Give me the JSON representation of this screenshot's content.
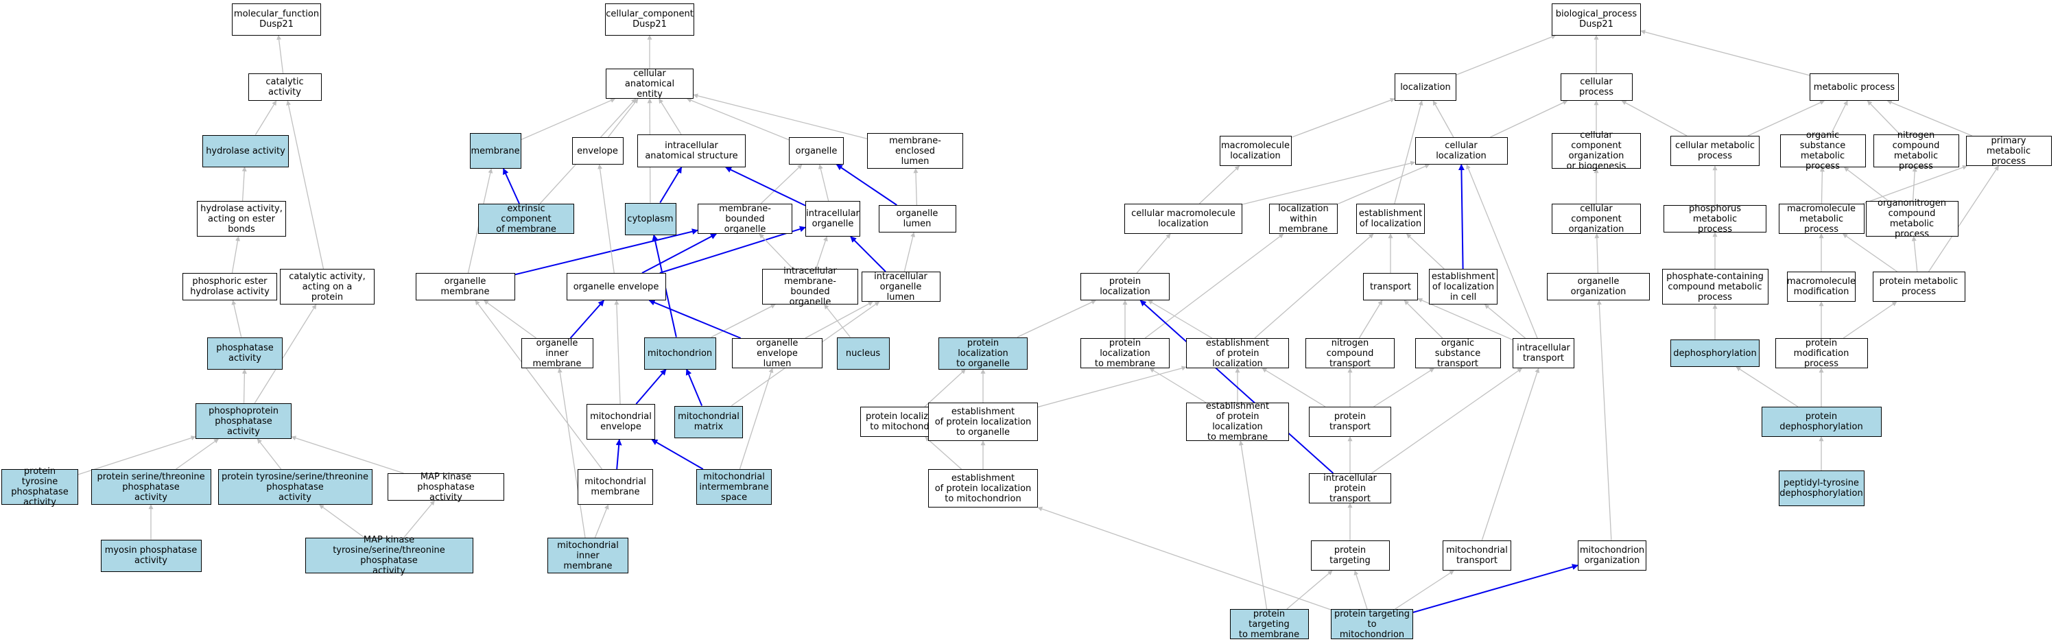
{
  "colors": {
    "highlight_fill": "#add8e6",
    "normal_fill": "#ffffff",
    "gray_edge": "#c0c0c0",
    "blue_edge": "#0000ee",
    "border": "#000000"
  },
  "nodes": [
    {
      "id": "mf_root",
      "label": "molecular_function\nDusp21",
      "hl": false
    },
    {
      "id": "catalytic",
      "label": "catalytic activity",
      "hl": false
    },
    {
      "id": "hydrolase",
      "label": "hydrolase activity",
      "hl": true
    },
    {
      "id": "hydro_ester",
      "label": "hydrolase activity,\nacting on ester\nbonds",
      "hl": false
    },
    {
      "id": "phos_ester",
      "label": "phosphoric ester\nhydrolase activity",
      "hl": false
    },
    {
      "id": "cat_protein",
      "label": "catalytic activity,\nacting on a\nprotein",
      "hl": false
    },
    {
      "id": "phosphatase",
      "label": "phosphatase\nactivity",
      "hl": true
    },
    {
      "id": "phosphoprotein",
      "label": "phosphoprotein\nphosphatase\nactivity",
      "hl": true
    },
    {
      "id": "ptp",
      "label": "protein tyrosine\nphosphatase\nactivity",
      "hl": true
    },
    {
      "id": "pstp",
      "label": "protein serine/threonine\nphosphatase\nactivity",
      "hl": true
    },
    {
      "id": "ptstp",
      "label": "protein tyrosine/serine/threonine\nphosphatase\nactivity",
      "hl": true
    },
    {
      "id": "mapkp",
      "label": "MAP kinase phosphatase\nactivity",
      "hl": false
    },
    {
      "id": "myosin",
      "label": "myosin phosphatase\nactivity",
      "hl": true
    },
    {
      "id": "mapk_tst",
      "label": "MAP kinase tyrosine/serine/threonine\nphosphatase\nactivity",
      "hl": true
    },
    {
      "id": "cc_root",
      "label": "cellular_component\nDusp21",
      "hl": false
    },
    {
      "id": "cae",
      "label": "cellular anatomical\nentity",
      "hl": false
    },
    {
      "id": "membrane",
      "label": "membrane",
      "hl": true
    },
    {
      "id": "envelope",
      "label": "envelope",
      "hl": false
    },
    {
      "id": "ias",
      "label": "intracellular\nanatomical structure",
      "hl": false
    },
    {
      "id": "organelle",
      "label": "organelle",
      "hl": false
    },
    {
      "id": "mel",
      "label": "membrane-enclosed\nlumen",
      "hl": false
    },
    {
      "id": "ecm",
      "label": "extrinsic component\nof membrane",
      "hl": true
    },
    {
      "id": "cytoplasm",
      "label": "cytoplasm",
      "hl": true
    },
    {
      "id": "mbo",
      "label": "membrane-bounded\norganelle",
      "hl": false
    },
    {
      "id": "io",
      "label": "intracellular\norganelle",
      "hl": false
    },
    {
      "id": "ol",
      "label": "organelle lumen",
      "hl": false
    },
    {
      "id": "omem",
      "label": "organelle membrane",
      "hl": false
    },
    {
      "id": "oenv",
      "label": "organelle envelope",
      "hl": false
    },
    {
      "id": "imbo",
      "label": "intracellular\nmembrane-bounded\norganelle",
      "hl": false
    },
    {
      "id": "iol",
      "label": "intracellular\norganelle lumen",
      "hl": false
    },
    {
      "id": "oim",
      "label": "organelle inner\nmembrane",
      "hl": false
    },
    {
      "id": "mito",
      "label": "mitochondrion",
      "hl": true
    },
    {
      "id": "oel",
      "label": "organelle envelope\nlumen",
      "hl": false
    },
    {
      "id": "nucleus",
      "label": "nucleus",
      "hl": true
    },
    {
      "id": "menv",
      "label": "mitochondrial\nenvelope",
      "hl": false
    },
    {
      "id": "mmatrix",
      "label": "mitochondrial\nmatrix",
      "hl": true
    },
    {
      "id": "mmem",
      "label": "mitochondrial\nmembrane",
      "hl": false
    },
    {
      "id": "mis",
      "label": "mitochondrial\nintermembrane\nspace",
      "hl": true
    },
    {
      "id": "mim",
      "label": "mitochondrial\ninner membrane",
      "hl": true
    },
    {
      "id": "bp_root",
      "label": "biological_process\nDusp21",
      "hl": false
    },
    {
      "id": "loc",
      "label": "localization",
      "hl": false
    },
    {
      "id": "cproc",
      "label": "cellular process",
      "hl": false
    },
    {
      "id": "metab",
      "label": "metabolic process",
      "hl": false
    },
    {
      "id": "macroloc",
      "label": "macromolecule\nlocalization",
      "hl": false
    },
    {
      "id": "cloc",
      "label": "cellular localization",
      "hl": false
    },
    {
      "id": "ccob",
      "label": "cellular component\norganization\nor biogenesis",
      "hl": false
    },
    {
      "id": "cmet",
      "label": "cellular metabolic\nprocess",
      "hl": false
    },
    {
      "id": "osmp",
      "label": "organic substance\nmetabolic process",
      "hl": false
    },
    {
      "id": "ncmp",
      "label": "nitrogen compound\nmetabolic process",
      "hl": false
    },
    {
      "id": "pmp",
      "label": "primary metabolic\nprocess",
      "hl": false
    },
    {
      "id": "cmacroloc",
      "label": "cellular macromolecule\nlocalization",
      "hl": false
    },
    {
      "id": "locwm",
      "label": "localization\nwithin membrane",
      "hl": false
    },
    {
      "id": "estloc",
      "label": "establishment\nof localization",
      "hl": false
    },
    {
      "id": "cco",
      "label": "cellular component\norganization",
      "hl": false
    },
    {
      "id": "phosmp",
      "label": "phosphorus metabolic\nprocess",
      "hl": false
    },
    {
      "id": "mmp",
      "label": "macromolecule\nmetabolic process",
      "hl": false
    },
    {
      "id": "onmp",
      "label": "organonitrogen\ncompound metabolic\nprocess",
      "hl": false
    },
    {
      "id": "ploc",
      "label": "protein localization",
      "hl": false
    },
    {
      "id": "transport",
      "label": "transport",
      "hl": false
    },
    {
      "id": "estloccell",
      "label": "establishment\nof localization\nin cell",
      "hl": false
    },
    {
      "id": "oorg",
      "label": "organelle organization",
      "hl": false
    },
    {
      "id": "pccmp",
      "label": "phosphate-containing\ncompound metabolic\nprocess",
      "hl": false
    },
    {
      "id": "mmod",
      "label": "macromolecule\nmodification",
      "hl": false
    },
    {
      "id": "protmp",
      "label": "protein metabolic\nprocess",
      "hl": false
    },
    {
      "id": "plocorg",
      "label": "protein localization\nto organelle",
      "hl": true
    },
    {
      "id": "plocmem",
      "label": "protein localization\nto membrane",
      "hl": false
    },
    {
      "id": "estploc",
      "label": "establishment\nof protein localization",
      "hl": false
    },
    {
      "id": "nctrans",
      "label": "nitrogen compound\ntransport",
      "hl": false
    },
    {
      "id": "ostrans",
      "label": "organic substance\ntransport",
      "hl": false
    },
    {
      "id": "ictrans",
      "label": "intracellular\ntransport",
      "hl": false
    },
    {
      "id": "dephos",
      "label": "dephosphorylation",
      "hl": true
    },
    {
      "id": "pmodp",
      "label": "protein modification\nprocess",
      "hl": false
    },
    {
      "id": "plocmito",
      "label": "protein localization\nto mitochondrion",
      "hl": false
    },
    {
      "id": "estplocorg",
      "label": "establishment\nof protein localization\nto organelle",
      "hl": false
    },
    {
      "id": "estplocmem",
      "label": "establishment\nof protein localization\nto membrane",
      "hl": false
    },
    {
      "id": "ptrans",
      "label": "protein transport",
      "hl": false
    },
    {
      "id": "pdephos",
      "label": "protein dephosphorylation",
      "hl": true
    },
    {
      "id": "estplocmito",
      "label": "establishment\nof protein localization\nto mitochondrion",
      "hl": false
    },
    {
      "id": "icptrans",
      "label": "intracellular\nprotein transport",
      "hl": false
    },
    {
      "id": "ptyrdephos",
      "label": "peptidyl-tyrosine\ndephosphorylation",
      "hl": true
    },
    {
      "id": "ptarg",
      "label": "protein targeting",
      "hl": false
    },
    {
      "id": "mtrans",
      "label": "mitochondrial\ntransport",
      "hl": false
    },
    {
      "id": "morg",
      "label": "mitochondrion\norganization",
      "hl": false
    },
    {
      "id": "ptargmem",
      "label": "protein targeting\nto membrane",
      "hl": true
    },
    {
      "id": "ptargmito",
      "label": "protein targeting\nto mitochondrion",
      "hl": true
    }
  ],
  "edges": [
    [
      "catalytic",
      "mf_root",
      "g"
    ],
    [
      "hydrolase",
      "catalytic",
      "g"
    ],
    [
      "hydro_ester",
      "hydrolase",
      "g"
    ],
    [
      "phos_ester",
      "hydro_ester",
      "g"
    ],
    [
      "cat_protein",
      "catalytic",
      "g"
    ],
    [
      "phosphatase",
      "phos_ester",
      "g"
    ],
    [
      "phosphoprotein",
      "phosphatase",
      "g"
    ],
    [
      "phosphoprotein",
      "cat_protein",
      "g"
    ],
    [
      "ptp",
      "phosphoprotein",
      "g"
    ],
    [
      "pstp",
      "phosphoprotein",
      "g"
    ],
    [
      "ptstp",
      "phosphoprotein",
      "g"
    ],
    [
      "mapkp",
      "phosphoprotein",
      "g"
    ],
    [
      "myosin",
      "pstp",
      "g"
    ],
    [
      "mapk_tst",
      "ptstp",
      "g"
    ],
    [
      "mapk_tst",
      "mapkp",
      "g"
    ],
    [
      "cae",
      "cc_root",
      "g"
    ],
    [
      "membrane",
      "cae",
      "g"
    ],
    [
      "envelope",
      "cae",
      "g"
    ],
    [
      "ias",
      "cae",
      "g"
    ],
    [
      "organelle",
      "cae",
      "g"
    ],
    [
      "mel",
      "cae",
      "g"
    ],
    [
      "ecm",
      "membrane",
      "b"
    ],
    [
      "ecm",
      "cae",
      "g"
    ],
    [
      "cytoplasm",
      "ias",
      "b"
    ],
    [
      "cytoplasm",
      "cae",
      "g"
    ],
    [
      "mbo",
      "organelle",
      "g"
    ],
    [
      "io",
      "ias",
      "b"
    ],
    [
      "io",
      "organelle",
      "g"
    ],
    [
      "ol",
      "organelle",
      "b"
    ],
    [
      "ol",
      "mel",
      "g"
    ],
    [
      "omem",
      "membrane",
      "g"
    ],
    [
      "omem",
      "mbo",
      "b"
    ],
    [
      "oenv",
      "envelope",
      "g"
    ],
    [
      "oenv",
      "mbo",
      "b"
    ],
    [
      "oenv",
      "io",
      "b"
    ],
    [
      "imbo",
      "mbo",
      "g"
    ],
    [
      "imbo",
      "io",
      "g"
    ],
    [
      "iol",
      "io",
      "b"
    ],
    [
      "iol",
      "ol",
      "g"
    ],
    [
      "oim",
      "omem",
      "g"
    ],
    [
      "oim",
      "oenv",
      "b"
    ],
    [
      "mito",
      "cytoplasm",
      "b"
    ],
    [
      "mito",
      "imbo",
      "g"
    ],
    [
      "oel",
      "oenv",
      "b"
    ],
    [
      "oel",
      "iol",
      "g"
    ],
    [
      "nucleus",
      "imbo",
      "g"
    ],
    [
      "menv",
      "oenv",
      "g"
    ],
    [
      "menv",
      "mito",
      "b"
    ],
    [
      "mmatrix",
      "mito",
      "b"
    ],
    [
      "mmatrix",
      "iol",
      "g"
    ],
    [
      "mmem",
      "omem",
      "g"
    ],
    [
      "mmem",
      "menv",
      "b"
    ],
    [
      "mis",
      "menv",
      "b"
    ],
    [
      "mis",
      "oel",
      "g"
    ],
    [
      "mim",
      "mmem",
      "g"
    ],
    [
      "mim",
      "oim",
      "g"
    ],
    [
      "loc",
      "bp_root",
      "g"
    ],
    [
      "cproc",
      "bp_root",
      "g"
    ],
    [
      "metab",
      "bp_root",
      "g"
    ],
    [
      "macroloc",
      "loc",
      "g"
    ],
    [
      "cloc",
      "loc",
      "g"
    ],
    [
      "cloc",
      "cproc",
      "g"
    ],
    [
      "ccob",
      "cproc",
      "g"
    ],
    [
      "cmet",
      "cproc",
      "g"
    ],
    [
      "cmet",
      "metab",
      "g"
    ],
    [
      "osmp",
      "metab",
      "g"
    ],
    [
      "ncmp",
      "metab",
      "g"
    ],
    [
      "pmp",
      "metab",
      "g"
    ],
    [
      "cmacroloc",
      "macroloc",
      "g"
    ],
    [
      "cmacroloc",
      "cloc",
      "g"
    ],
    [
      "locwm",
      "cloc",
      "g"
    ],
    [
      "estloc",
      "loc",
      "g"
    ],
    [
      "cco",
      "ccob",
      "g"
    ],
    [
      "phosmp",
      "cmet",
      "g"
    ],
    [
      "mmp",
      "osmp",
      "g"
    ],
    [
      "mmp",
      "pmp",
      "g"
    ],
    [
      "onmp",
      "osmp",
      "g"
    ],
    [
      "onmp",
      "ncmp",
      "g"
    ],
    [
      "ploc",
      "cmacroloc",
      "g"
    ],
    [
      "transport",
      "estloc",
      "g"
    ],
    [
      "estloccell",
      "estloc",
      "g"
    ],
    [
      "estloccell",
      "cloc",
      "b"
    ],
    [
      "oorg",
      "cco",
      "g"
    ],
    [
      "pccmp",
      "phosmp",
      "g"
    ],
    [
      "mmod",
      "mmp",
      "g"
    ],
    [
      "protmp",
      "mmp",
      "g"
    ],
    [
      "protmp",
      "onmp",
      "g"
    ],
    [
      "protmp",
      "pmp",
      "g"
    ],
    [
      "plocorg",
      "ploc",
      "g"
    ],
    [
      "plocmem",
      "ploc",
      "g"
    ],
    [
      "plocmem",
      "locwm",
      "g"
    ],
    [
      "estploc",
      "ploc",
      "g"
    ],
    [
      "estploc",
      "estloc",
      "g"
    ],
    [
      "nctrans",
      "transport",
      "g"
    ],
    [
      "ostrans",
      "transport",
      "g"
    ],
    [
      "ictrans",
      "transport",
      "g"
    ],
    [
      "ictrans",
      "estloccell",
      "g"
    ],
    [
      "ictrans",
      "cloc",
      "g"
    ],
    [
      "dephos",
      "pccmp",
      "g"
    ],
    [
      "pmodp",
      "mmod",
      "g"
    ],
    [
      "pmodp",
      "protmp",
      "g"
    ],
    [
      "plocmito",
      "plocorg",
      "g"
    ],
    [
      "estplocorg",
      "plocorg",
      "g"
    ],
    [
      "estplocorg",
      "estploc",
      "g"
    ],
    [
      "estplocmem",
      "plocmem",
      "g"
    ],
    [
      "estplocmem",
      "estploc",
      "g"
    ],
    [
      "ptrans",
      "nctrans",
      "g"
    ],
    [
      "ptrans",
      "ostrans",
      "g"
    ],
    [
      "ptrans",
      "estploc",
      "g"
    ],
    [
      "pdephos",
      "dephos",
      "g"
    ],
    [
      "pdephos",
      "pmodp",
      "g"
    ],
    [
      "estplocmito",
      "plocmito",
      "g"
    ],
    [
      "estplocmito",
      "estplocorg",
      "g"
    ],
    [
      "icptrans",
      "ptrans",
      "g"
    ],
    [
      "icptrans",
      "ictrans",
      "g"
    ],
    [
      "icptrans",
      "ploc",
      "b"
    ],
    [
      "ptyrdephos",
      "pdephos",
      "g"
    ],
    [
      "ptarg",
      "icptrans",
      "g"
    ],
    [
      "mtrans",
      "ictrans",
      "g"
    ],
    [
      "morg",
      "oorg",
      "g"
    ],
    [
      "ptargmem",
      "ptarg",
      "g"
    ],
    [
      "ptargmem",
      "estplocmem",
      "g"
    ],
    [
      "ptargmito",
      "ptarg",
      "g"
    ],
    [
      "ptargmito",
      "mtrans",
      "g"
    ],
    [
      "ptargmito",
      "estplocmito",
      "g"
    ],
    [
      "ptargmito",
      "morg",
      "b"
    ]
  ]
}
